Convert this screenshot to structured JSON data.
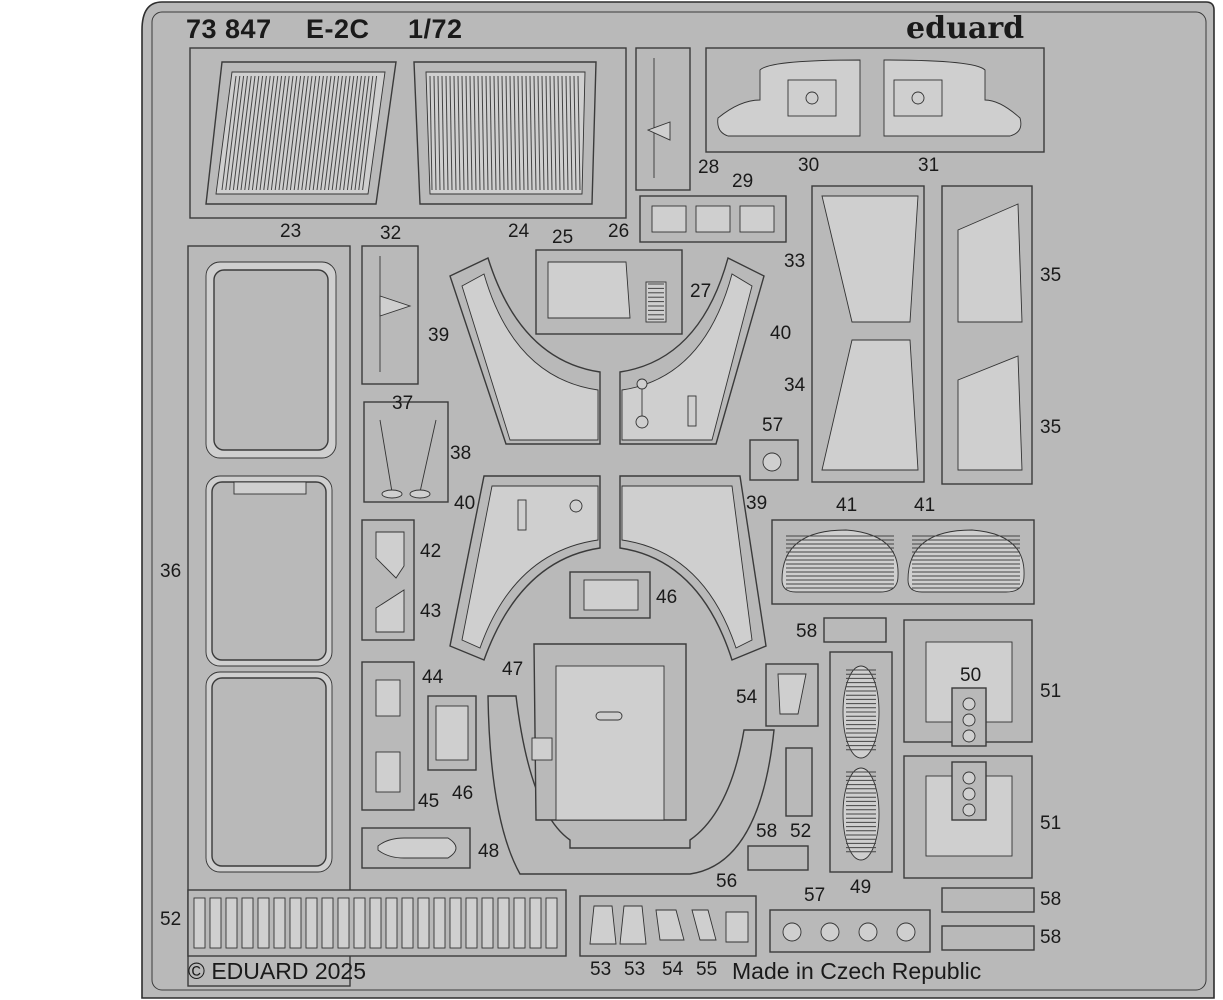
{
  "header": {
    "product_number": "73 847",
    "model": "E-2C",
    "scale": "1/72",
    "brand": "eduard"
  },
  "footer": {
    "copyright": "© EDUARD 2025",
    "origin": "Made in Czech Republic"
  },
  "part_labels": {
    "p23": "23",
    "p24": "24",
    "p25": "25",
    "p26": "26",
    "p27": "27",
    "p28": "28",
    "p29": "29",
    "p30": "30",
    "p31": "31",
    "p32": "32",
    "p33": "33",
    "p34": "34",
    "p35a": "35",
    "p35b": "35",
    "p36": "36",
    "p37": "37",
    "p38": "38",
    "p39a": "39",
    "p39b": "39",
    "p40a": "40",
    "p40b": "40",
    "p41a": "41",
    "p41b": "41",
    "p42": "42",
    "p43": "43",
    "p44": "44",
    "p45": "45",
    "p46a": "46",
    "p46b": "46",
    "p47": "47",
    "p48": "48",
    "p49": "49",
    "p50": "50",
    "p51a": "51",
    "p51b": "51",
    "p52a": "52",
    "p52b": "52",
    "p53a": "53",
    "p53b": "53",
    "p54a": "54",
    "p54b": "54",
    "p55": "55",
    "p56": "56",
    "p57a": "57",
    "p57b": "57",
    "p58a": "58",
    "p58b": "58",
    "p58c": "58",
    "p58d": "58"
  }
}
